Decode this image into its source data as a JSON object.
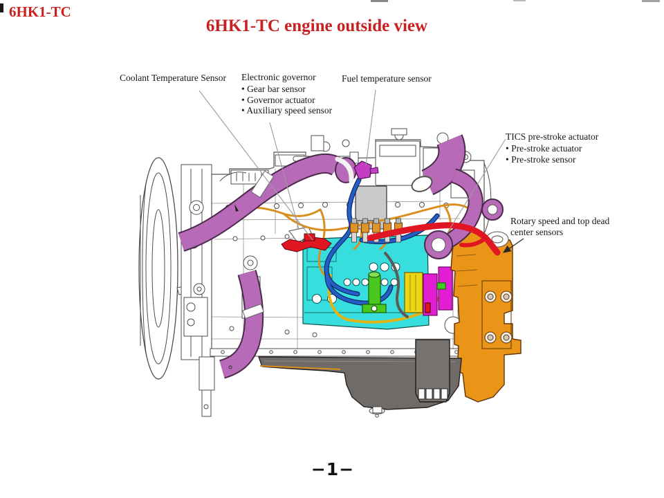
{
  "page": {
    "corner_code": "6HK1-TC",
    "title": "6HK1-TC engine outside view",
    "page_number": "−1−"
  },
  "labels": {
    "coolant_temperature_sensor": {
      "text": "Coolant Temperature Sensor"
    },
    "electronic_governor": {
      "title": "Electronic governor",
      "items": [
        "• Gear bar sensor",
        "• Governor actuator",
        "• Auxiliary speed sensor"
      ]
    },
    "fuel_temperature_sensor": {
      "text": "Fuel temperature sensor"
    },
    "tics_pre_stroke_actuator": {
      "title": "TICS pre-stroke actuator",
      "items": [
        "• Pre-stroke actuator",
        "• Pre-stroke sensor"
      ]
    },
    "rotary_speed_sensors": {
      "text": "Rotary speed and top dead center sensors"
    }
  },
  "colors": {
    "title_red": "#c92121",
    "intake_hose_purple": "#b76ab8",
    "injection_pump_cyan": "#38dede",
    "flywheel_housing_orange": "#ea9518",
    "harness_red": "#e11623",
    "fuel_line_blue": "#245fc8",
    "wire_orange": "#d98f1d",
    "oil_pan_gray": "#6f6b68"
  }
}
